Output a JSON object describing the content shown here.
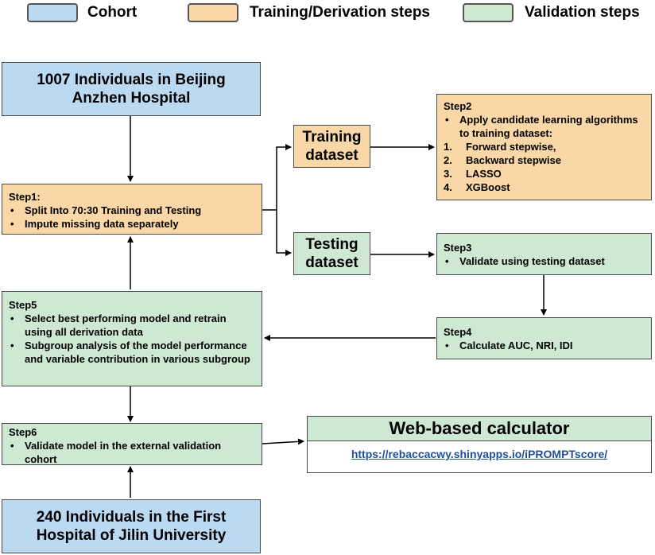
{
  "legend": [
    {
      "label": "Cohort",
      "color": "#bcd9f2"
    },
    {
      "label": "Training/Derivation steps",
      "color": "#f9d7a6"
    },
    {
      "label": "Validation steps",
      "color": "#cfe8d4"
    }
  ],
  "cohort_beijing": "1007 Individuals in Beijing Anzhen Hospital",
  "cohort_jilin": "240 Individuals in  the First Hospital of Jilin University",
  "training_dataset": "Training dataset",
  "testing_dataset": "Testing dataset",
  "step1": {
    "title": "Step1:",
    "bullets": [
      "Split Into 70:30 Training and Testing",
      "Impute missing data separately"
    ]
  },
  "step2": {
    "title": "Step2",
    "bullets": [
      "Apply candidate learning algorithms to training dataset:"
    ],
    "items": [
      {
        "num": "1.",
        "text": "Forward stepwise,"
      },
      {
        "num": "2.",
        "text": "Backward stepwise"
      },
      {
        "num": "3.",
        "text": "LASSO"
      },
      {
        "num": "4.",
        "text": "XGBoost"
      }
    ]
  },
  "step3": {
    "title": "Step3",
    "bullets": [
      "Validate using testing dataset"
    ]
  },
  "step4": {
    "title": "Step4",
    "bullets": [
      "Calculate AUC, NRI, IDI"
    ]
  },
  "step5": {
    "title": "Step5",
    "bullets": [
      "Select best performing model and retrain using all derivation data",
      "Subgroup analysis of the model performance and variable contribution in various subgroup"
    ]
  },
  "step6": {
    "title": "Step6",
    "bullets": [
      "Validate model in the external validation cohort"
    ]
  },
  "web": {
    "title": "Web-based calculator",
    "link": "https://rebaccacwy.shinyapps.io/iPROMPTscore/"
  },
  "colors": {
    "cohort": "#bcd9f2",
    "training": "#f9d7a6",
    "validation": "#cfe8d4",
    "link": "#1f4e9a"
  }
}
